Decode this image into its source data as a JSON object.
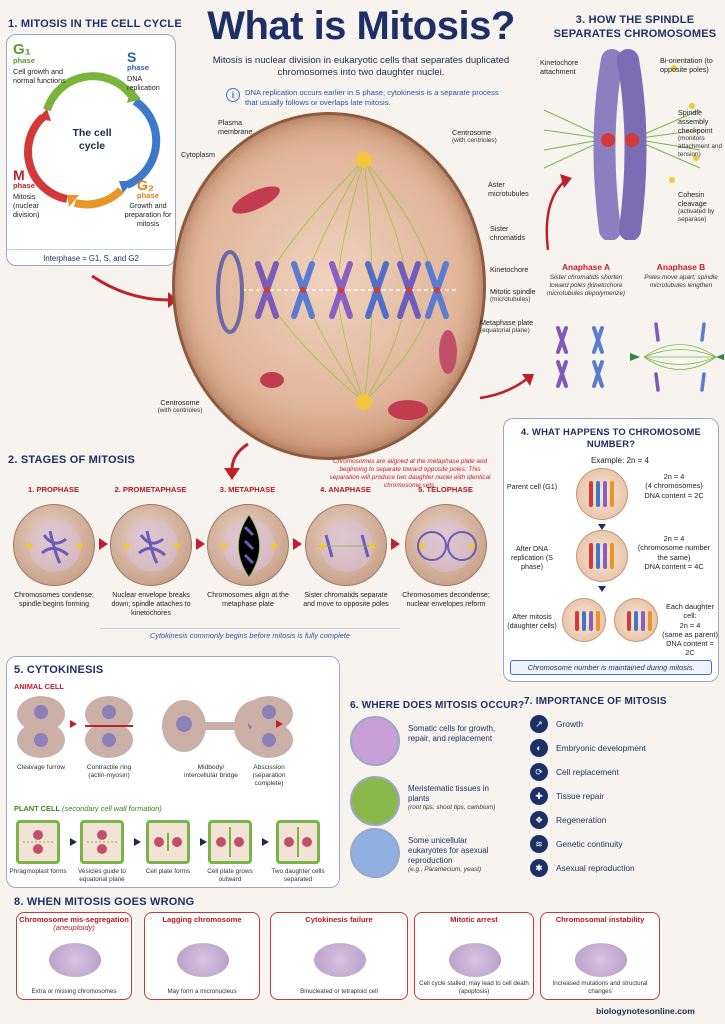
{
  "title": "What is Mitosis?",
  "intro": "Mitosis is nuclear division in eukaryotic cells that separates duplicated chromosomes into two daughter nuclei.",
  "info_note": "DNA replication occurs earlier in S phase; cytokinesis is a separate process that usually follows or overlaps late mitosis.",
  "info_icon": "i",
  "colors": {
    "navy": "#1d2f66",
    "red": "#c0202a",
    "accent": "#3b6fd1"
  },
  "s1": {
    "title": "1. MITOSIS IN THE CELL CYCLE",
    "center": "The cell cycle",
    "g1": {
      "label": "G₁",
      "sub": "phase",
      "desc": "Cell growth and normal functions"
    },
    "s": {
      "label": "S",
      "sub": "phase",
      "desc": "DNA replication"
    },
    "g2": {
      "label": "G₂",
      "sub": "phase",
      "desc": "Growth and preparation for mitosis"
    },
    "m": {
      "label": "M",
      "sub": "phase",
      "desc": "Mitosis (nuclear division)"
    },
    "footer": "Interphase = G1, S, and G2"
  },
  "cell_labels": {
    "plasma": "Plasma membrane",
    "cytoplasm": "Cytoplasm",
    "centrosome_top": "Centrosome",
    "centrosome_top_sub": "(with centrioles)",
    "aster": "Aster microtubules",
    "sister": "Sister chromatids",
    "kinetochore": "Kinetochore",
    "spindle": "Mitotic spindle",
    "spindle_sub": "(microtubules)",
    "plate": "Metaphase plate",
    "plate_sub": "(equatorial plane)",
    "centrosome_bot": "Centrosome",
    "centrosome_bot_sub": "(with centrioles)",
    "note": "Chromosomes are aligned at the metaphase plate and beginning to separate toward opposite poles. This separation will produce two daughter nuclei with identical chromosome sets."
  },
  "s3": {
    "title": "3. HOW THE SPINDLE SEPARATES CHROMOSOMES",
    "kinetochore": "Kinetochore attachment",
    "biorient": "Bi-orientation (to opposite poles)",
    "checkpoint": "Spindle assembly checkpoint",
    "checkpoint_sub": "(monitors attachment and tension)",
    "cohesin": "Cohesin cleavage",
    "cohesin_sub": "(activated by separase)",
    "anaA": "Anaphase A",
    "anaA_desc": "Sister chromatids shorten toward poles (kinetochore microtubules depolymerize)",
    "anaB": "Anaphase B",
    "anaB_desc": "Poles move apart; spindle microtubules lengthen"
  },
  "s2": {
    "title": "2. STAGES OF MITOSIS",
    "stages": [
      {
        "name": "1. PROPHASE",
        "desc": "Chromosomes condense; spindle begins forming"
      },
      {
        "name": "2. PROMETAPHASE",
        "desc": "Nuclear envelope breaks down; spindle attaches to kinetochores"
      },
      {
        "name": "3. METAPHASE",
        "desc": "Chromosomes align at the metaphase plate"
      },
      {
        "name": "4. ANAPHASE",
        "desc": "Sister chromatids separate and move to opposite poles"
      },
      {
        "name": "5. TELOPHASE",
        "desc": "Chromosomes decondense; nuclear envelopes reform"
      }
    ],
    "footer": "Cytokinesis commonly begins before mitosis is fully complete"
  },
  "s4": {
    "title": "4. WHAT HAPPENS TO CHROMOSOME NUMBER?",
    "example": "Example: 2n = 4",
    "rows": [
      {
        "label": "Parent cell (G1)",
        "info": "2n = 4\n(4 chromosomes)\nDNA content = 2C"
      },
      {
        "label": "After DNA replication (S phase)",
        "info": "2n = 4\n(chromosome number the same)\nDNA content = 4C"
      },
      {
        "label": "After mitosis (daughter cells)",
        "info": "Each daughter cell:\n2n = 4\n(same as parent)\nDNA content = 2C"
      }
    ],
    "footer": "Chromosome number is maintained during mitosis."
  },
  "s5": {
    "title": "5. CYTOKINESIS",
    "animal": "ANIMAL CELL",
    "animal_steps": [
      "Cleavage furrow",
      "Contractile ring (actin-myosin)",
      "Midbody/ intercellular bridge",
      "Abscission (separation complete)"
    ],
    "plant": "PLANT CELL",
    "plant_sub": "(secondary cell wall formation)",
    "plant_steps": [
      "Phragmoplast forms",
      "Vesicles guide to equatorial plane",
      "Cell plate forms",
      "Cell plate grows outward",
      "Two daughter cells separated"
    ]
  },
  "s6": {
    "title": "6. WHERE DOES MITOSIS OCCUR?",
    "items": [
      {
        "text": "Somatic cells for growth, repair, and replacement",
        "sub": ""
      },
      {
        "text": "Meristematic tissues in plants",
        "sub": "(root tips, shoot tips, cambium)"
      },
      {
        "text": "Some unicellular eukaryotes for asexual reproduction",
        "sub": "(e.g., Paramecium, yeast)"
      }
    ]
  },
  "s7": {
    "title": "7. IMPORTANCE OF MITOSIS",
    "items": [
      {
        "label": "Growth",
        "icon": "↗"
      },
      {
        "label": "Embryonic development",
        "icon": "◐"
      },
      {
        "label": "Cell replacement",
        "icon": "⟳"
      },
      {
        "label": "Tissue repair",
        "icon": "✚"
      },
      {
        "label": "Regeneration",
        "icon": "❖"
      },
      {
        "label": "Genetic continuity",
        "icon": "≋"
      },
      {
        "label": "Asexual reproduction",
        "icon": "✱"
      }
    ]
  },
  "s8": {
    "title": "8. WHEN MITOSIS GOES WRONG",
    "items": [
      {
        "title": "Chromosome mis-segregation",
        "sub": "(aneuploidy)",
        "desc": "Extra or missing chromosomes"
      },
      {
        "title": "Lagging chromosome",
        "sub": "",
        "desc": "May form a micronucleus"
      },
      {
        "title": "Cytokinesis failure",
        "sub": "",
        "desc": "Binucleated or tetraploid cell"
      },
      {
        "title": "Mitotic arrest",
        "sub": "",
        "desc": "Cell cycle stalled; may lead to cell death (apoptosis)"
      },
      {
        "title": "Chromosomal instability",
        "sub": "",
        "desc": "Increased mutations and structural changes"
      }
    ]
  },
  "footer_url": "biologynotesonline.com"
}
